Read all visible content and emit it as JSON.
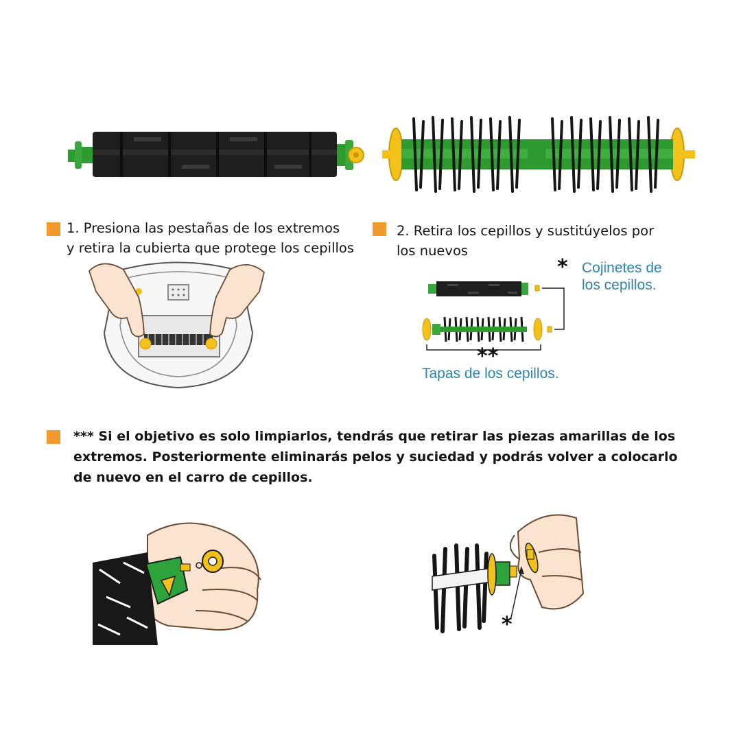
{
  "steps": [
    {
      "line1": "1. Presiona las pestañas de los extremos",
      "line2": "y retira la cubierta que protege los cepillos"
    },
    {
      "line1": "2. Retira los cepillos y sustitúyelos por",
      "line2": "los nuevos"
    }
  ],
  "callouts": {
    "bearings_marker": "*",
    "bearings_line1": "Cojinetes de",
    "bearings_line2": "los cepillos.",
    "caps_marker": "**",
    "caps_label": "Tapas de los cepillos."
  },
  "note": {
    "line1": "*** Si el objetivo es solo limpiarlos, tendrás que retirar las piezas amarillas de los",
    "line2": "extremos. Posteriormente eliminarás pelos y suciedad y podrás volver a colocarlo",
    "line3": "de nuevo en el carro de cepillos."
  },
  "detail_marker": "*",
  "colors": {
    "bullet": "#f29a2e",
    "callout_text": "#2d83ad",
    "brush_green": "#2f9a2f",
    "end_cap_yellow": "#f2c21a",
    "bristle_black": "#1a1a1a"
  },
  "icons": [
    "flexible-beater-brush",
    "bristle-brush",
    "hands-removing-cover",
    "hand-removing-end-cap",
    "hand-holding-end-cap"
  ]
}
